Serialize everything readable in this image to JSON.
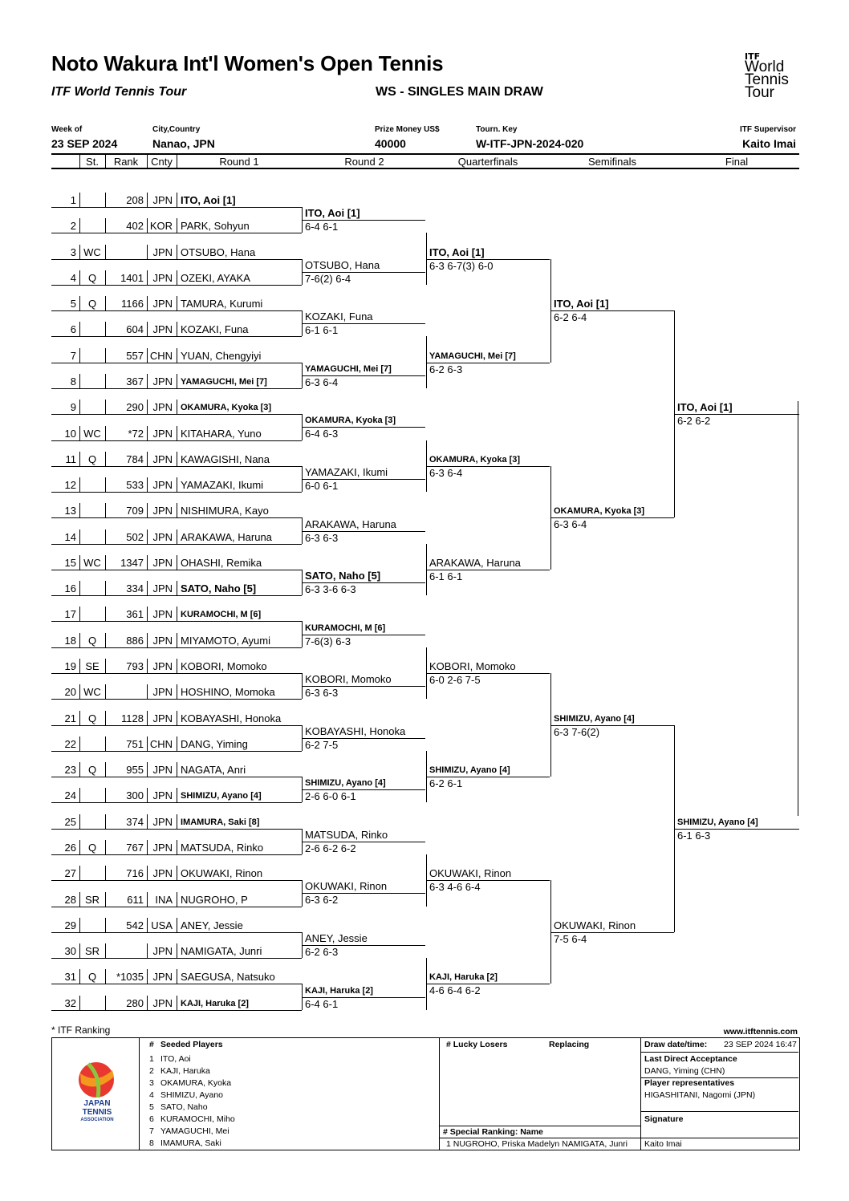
{
  "header": {
    "title": "Noto Wakura Int'l Women's Open Tennis",
    "subtitle": "ITF World Tennis Tour",
    "draw_type": "WS - SINGLES MAIN DRAW",
    "logo_line1": "ITF",
    "logo_line2": "World",
    "logo_line3": "Tennis",
    "logo_line4": "Tour",
    "week_of_label": "Week of",
    "week_of": "23 SEP 2024",
    "city_label": "City,Country",
    "city": "Nanao, JPN",
    "prize_label": "Prize Money US$",
    "prize": "40000",
    "tourn_key_label": "Tourn. Key",
    "tourn_key": "W-ITF-JPN-2024-020",
    "supervisor_label": "ITF Supervisor",
    "supervisor": "Kaito Imai"
  },
  "columns": {
    "st": "St.",
    "rank": "Rank",
    "cnty": "Cnty",
    "r1": "Round 1",
    "r2": "Round 2",
    "qf": "Quarterfinals",
    "sf": "Semifinals",
    "final": "Final"
  },
  "players": [
    {
      "n": "1",
      "st": "",
      "rank": "208",
      "cnty": "JPN",
      "name": "ITO, Aoi [1]",
      "seed": true
    },
    {
      "n": "2",
      "st": "",
      "rank": "402",
      "cnty": "KOR",
      "name": "PARK, Sohyun",
      "seed": false
    },
    {
      "n": "3",
      "st": "WC",
      "rank": "",
      "cnty": "JPN",
      "name": "OTSUBO, Hana",
      "seed": false
    },
    {
      "n": "4",
      "st": "Q",
      "rank": "1401",
      "cnty": "JPN",
      "name": "OZEKI, AYAKA",
      "seed": false
    },
    {
      "n": "5",
      "st": "Q",
      "rank": "1166",
      "cnty": "JPN",
      "name": "TAMURA, Kurumi",
      "seed": false
    },
    {
      "n": "6",
      "st": "",
      "rank": "604",
      "cnty": "JPN",
      "name": "KOZAKI, Funa",
      "seed": false
    },
    {
      "n": "7",
      "st": "",
      "rank": "557",
      "cnty": "CHN",
      "name": "YUAN, Chengyiyi",
      "seed": false
    },
    {
      "n": "8",
      "st": "",
      "rank": "367",
      "cnty": "JPN",
      "name": "YAMAGUCHI, Mei [7]",
      "seed": true
    },
    {
      "n": "9",
      "st": "",
      "rank": "290",
      "cnty": "JPN",
      "name": "OKAMURA, Kyoka [3]",
      "seed": true
    },
    {
      "n": "10",
      "st": "WC",
      "rank": "*72",
      "cnty": "JPN",
      "name": "KITAHARA, Yuno",
      "seed": false
    },
    {
      "n": "11",
      "st": "Q",
      "rank": "784",
      "cnty": "JPN",
      "name": "KAWAGISHI, Nana",
      "seed": false
    },
    {
      "n": "12",
      "st": "",
      "rank": "533",
      "cnty": "JPN",
      "name": "YAMAZAKI, Ikumi",
      "seed": false
    },
    {
      "n": "13",
      "st": "",
      "rank": "709",
      "cnty": "JPN",
      "name": "NISHIMURA, Kayo",
      "seed": false
    },
    {
      "n": "14",
      "st": "",
      "rank": "502",
      "cnty": "JPN",
      "name": "ARAKAWA, Haruna",
      "seed": false
    },
    {
      "n": "15",
      "st": "WC",
      "rank": "1347",
      "cnty": "JPN",
      "name": "OHASHI, Remika",
      "seed": false
    },
    {
      "n": "16",
      "st": "",
      "rank": "334",
      "cnty": "JPN",
      "name": "SATO, Naho [5]",
      "seed": true
    },
    {
      "n": "17",
      "st": "",
      "rank": "361",
      "cnty": "JPN",
      "name": "KURAMOCHI, M [6]",
      "seed": true
    },
    {
      "n": "18",
      "st": "Q",
      "rank": "886",
      "cnty": "JPN",
      "name": "MIYAMOTO, Ayumi",
      "seed": false
    },
    {
      "n": "19",
      "st": "SE",
      "rank": "793",
      "cnty": "JPN",
      "name": "KOBORI, Momoko",
      "seed": false
    },
    {
      "n": "20",
      "st": "WC",
      "rank": "",
      "cnty": "JPN",
      "name": "HOSHINO, Momoka",
      "seed": false
    },
    {
      "n": "21",
      "st": "Q",
      "rank": "1128",
      "cnty": "JPN",
      "name": "KOBAYASHI, Honoka",
      "seed": false
    },
    {
      "n": "22",
      "st": "",
      "rank": "751",
      "cnty": "CHN",
      "name": "DANG, Yiming",
      "seed": false
    },
    {
      "n": "23",
      "st": "Q",
      "rank": "955",
      "cnty": "JPN",
      "name": "NAGATA, Anri",
      "seed": false
    },
    {
      "n": "24",
      "st": "",
      "rank": "300",
      "cnty": "JPN",
      "name": "SHIMIZU, Ayano [4]",
      "seed": true
    },
    {
      "n": "25",
      "st": "",
      "rank": "374",
      "cnty": "JPN",
      "name": "IMAMURA, Saki [8]",
      "seed": true
    },
    {
      "n": "26",
      "st": "Q",
      "rank": "767",
      "cnty": "JPN",
      "name": "MATSUDA, Rinko",
      "seed": false
    },
    {
      "n": "27",
      "st": "",
      "rank": "716",
      "cnty": "JPN",
      "name": "OKUWAKI, Rinon",
      "seed": false
    },
    {
      "n": "28",
      "st": "SR",
      "rank": "611",
      "cnty": "INA",
      "name": "NUGROHO, P",
      "seed": false
    },
    {
      "n": "29",
      "st": "",
      "rank": "542",
      "cnty": "USA",
      "name": "ANEY, Jessie",
      "seed": false
    },
    {
      "n": "30",
      "st": "SR",
      "rank": "",
      "cnty": "JPN",
      "name": "NAMIGATA, Junri",
      "seed": false
    },
    {
      "n": "31",
      "st": "Q",
      "rank": "*1035",
      "cnty": "JPN",
      "name": "SAEGUSA, Natsuko",
      "seed": false
    },
    {
      "n": "32",
      "st": "",
      "rank": "280",
      "cnty": "JPN",
      "name": "KAJI, Haruka [2]",
      "seed": true
    }
  ],
  "round2": [
    {
      "name": "ITO, Aoi [1]",
      "score": "6-4 6-1",
      "seed": true
    },
    {
      "name": "OTSUBO, Hana",
      "score": "7-6(2) 6-4",
      "seed": false
    },
    {
      "name": "KOZAKI, Funa",
      "score": "6-1 6-1",
      "seed": false
    },
    {
      "name": "YAMAGUCHI, Mei [7]",
      "score": "6-3 6-4",
      "seed": true
    },
    {
      "name": "OKAMURA, Kyoka [3]",
      "score": "6-4 6-3",
      "seed": true
    },
    {
      "name": "YAMAZAKI, Ikumi",
      "score": "6-0 6-1",
      "seed": false
    },
    {
      "name": "ARAKAWA, Haruna",
      "score": "6-3 6-3",
      "seed": false
    },
    {
      "name": "SATO, Naho [5]",
      "score": "6-3 3-6 6-3",
      "seed": true
    },
    {
      "name": "KURAMOCHI, M [6]",
      "score": "7-6(3) 6-3",
      "seed": true
    },
    {
      "name": "KOBORI, Momoko",
      "score": "6-3 6-3",
      "seed": false
    },
    {
      "name": "KOBAYASHI, Honoka",
      "score": "6-2 7-5",
      "seed": false
    },
    {
      "name": "SHIMIZU, Ayano [4]",
      "score": "2-6 6-0 6-1",
      "seed": true
    },
    {
      "name": "MATSUDA, Rinko",
      "score": "2-6 6-2 6-2",
      "seed": false
    },
    {
      "name": "OKUWAKI, Rinon",
      "score": "6-3 6-2",
      "seed": false
    },
    {
      "name": "ANEY, Jessie",
      "score": "6-2 6-3",
      "seed": false
    },
    {
      "name": "KAJI, Haruka [2]",
      "score": "6-4 6-1",
      "seed": true
    }
  ],
  "quarterfinals": [
    {
      "name": "ITO, Aoi [1]",
      "score": "6-3 6-7(3) 6-0",
      "seed": true
    },
    {
      "name": "YAMAGUCHI, Mei [7]",
      "score": "6-2 6-3",
      "seed": true
    },
    {
      "name": "OKAMURA, Kyoka [3]",
      "score": "6-3 6-4",
      "seed": true
    },
    {
      "name": "ARAKAWA, Haruna",
      "score": "6-1 6-1",
      "seed": false
    },
    {
      "name": "KOBORI, Momoko",
      "score": "6-0 2-6 7-5",
      "seed": false
    },
    {
      "name": "SHIMIZU, Ayano [4]",
      "score": "6-2 6-1",
      "seed": true
    },
    {
      "name": "OKUWAKI, Rinon",
      "score": "6-3 4-6 6-4",
      "seed": false
    },
    {
      "name": "KAJI, Haruka [2]",
      "score": "4-6 6-4 6-2",
      "seed": true
    }
  ],
  "semifinals": [
    {
      "name": "ITO, Aoi [1]",
      "score": "6-2 6-4",
      "seed": true
    },
    {
      "name": "OKAMURA, Kyoka [3]",
      "score": "6-3 6-4",
      "seed": true
    },
    {
      "name": "SHIMIZU, Ayano [4]",
      "score": "6-3 7-6(2)",
      "seed": true
    },
    {
      "name": "OKUWAKI, Rinon",
      "score": "7-5 6-4",
      "seed": false
    }
  ],
  "final": [
    {
      "name": "ITO, Aoi [1]",
      "score": "6-2 6-2",
      "seed": true
    },
    {
      "name": "SHIMIZU, Ayano [4]",
      "score": "6-1 6-3",
      "seed": true
    }
  ],
  "footer": {
    "itf_ranking_note": "* ITF Ranking",
    "website": "www.itftennis.com",
    "seeded_header_hash": "#",
    "seeded_header": "Seeded Players",
    "seeded": [
      {
        "n": "1",
        "name": "ITO, Aoi"
      },
      {
        "n": "2",
        "name": "KAJI, Haruka"
      },
      {
        "n": "3",
        "name": "OKAMURA, Kyoka"
      },
      {
        "n": "4",
        "name": "SHIMIZU, Ayano"
      },
      {
        "n": "5",
        "name": "SATO, Naho"
      },
      {
        "n": "6",
        "name": "KURAMOCHI, Miho"
      },
      {
        "n": "7",
        "name": "YAMAGUCHI, Mei"
      },
      {
        "n": "8",
        "name": "IMAMURA, Saki"
      }
    ],
    "lucky_losers_header": "# Lucky Losers",
    "replacing_header": "Replacing",
    "special_ranking_header": "# Special Ranking: Name",
    "special_ranking_entry": "1  NUGROHO, Priska Madelyn NAMIGATA, Junri",
    "draw_date_label": "Draw date/time:",
    "draw_date": "23 SEP 2024 16:47",
    "lda_label": "Last Direct Acceptance",
    "lda": "DANG, Yiming (CHN)",
    "player_reps_label": "Player representatives",
    "player_reps": "HIGASHITANI, Nagomi (JPN)",
    "signature_label": "Signature",
    "signature": "Kaito Imai",
    "jta_line1": "JAPAN",
    "jta_line2": "TENNIS",
    "jta_line3": "ASSOCIATION",
    "colors": {
      "logo_red": "#e8382f",
      "logo_orange": "#f39a1e",
      "logo_green": "#8cc63f",
      "jta_blue": "#1d3f8f"
    }
  }
}
